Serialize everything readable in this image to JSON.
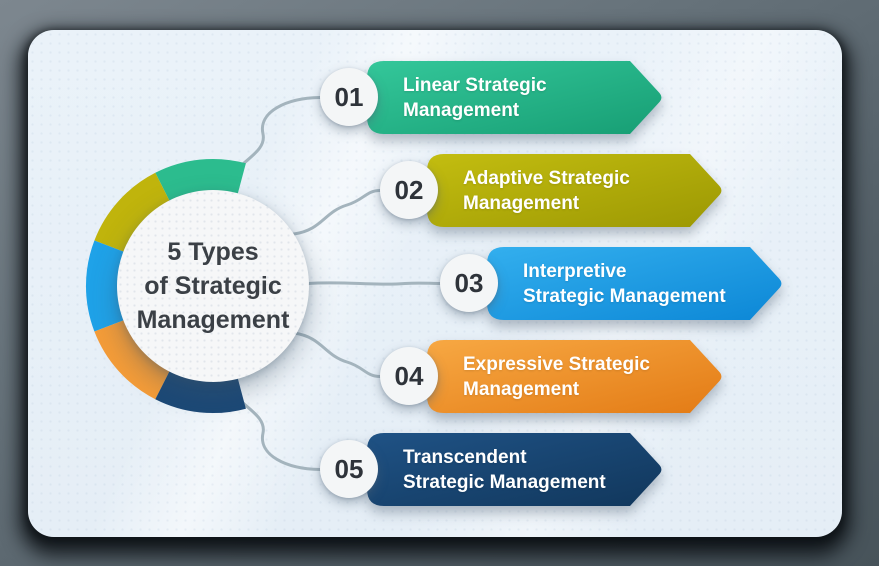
{
  "title": {
    "line1": "5 Types",
    "line2": "of Strategic",
    "line3": "Management"
  },
  "items": [
    {
      "number": "01",
      "line1": "Linear Strategic",
      "line2": "Management",
      "color": "#2cbc8e",
      "gradient_light": "#34c79a",
      "gradient_dark": "#179e74"
    },
    {
      "number": "02",
      "line1": "Adaptive Strategic",
      "line2": "Management",
      "color": "#c0b40c",
      "gradient_light": "#c3bd10",
      "gradient_dark": "#9c9803"
    },
    {
      "number": "03",
      "line1": "Interpretive",
      "line2": "Strategic Management",
      "color": "#1fa2e8",
      "gradient_light": "#33afee",
      "gradient_dark": "#0c87d6"
    },
    {
      "number": "04",
      "line1": "Expressive Strategic",
      "line2": "Management",
      "color": "#f49c38",
      "gradient_light": "#f7a843",
      "gradient_dark": "#e37b15"
    },
    {
      "number": "05",
      "line1": "Transcendent",
      "line2": "Strategic Management",
      "color": "#1b4876",
      "gradient_light": "#1f5285",
      "gradient_dark": "#11375c"
    }
  ],
  "colors": {
    "connector": "#a4b4bd",
    "banner_text": "#ffffff",
    "number_text": "#2e333a",
    "title_text": "#3b4046",
    "circle_fill": "#f6f7f8",
    "card_bg": "#e9f1f8"
  }
}
